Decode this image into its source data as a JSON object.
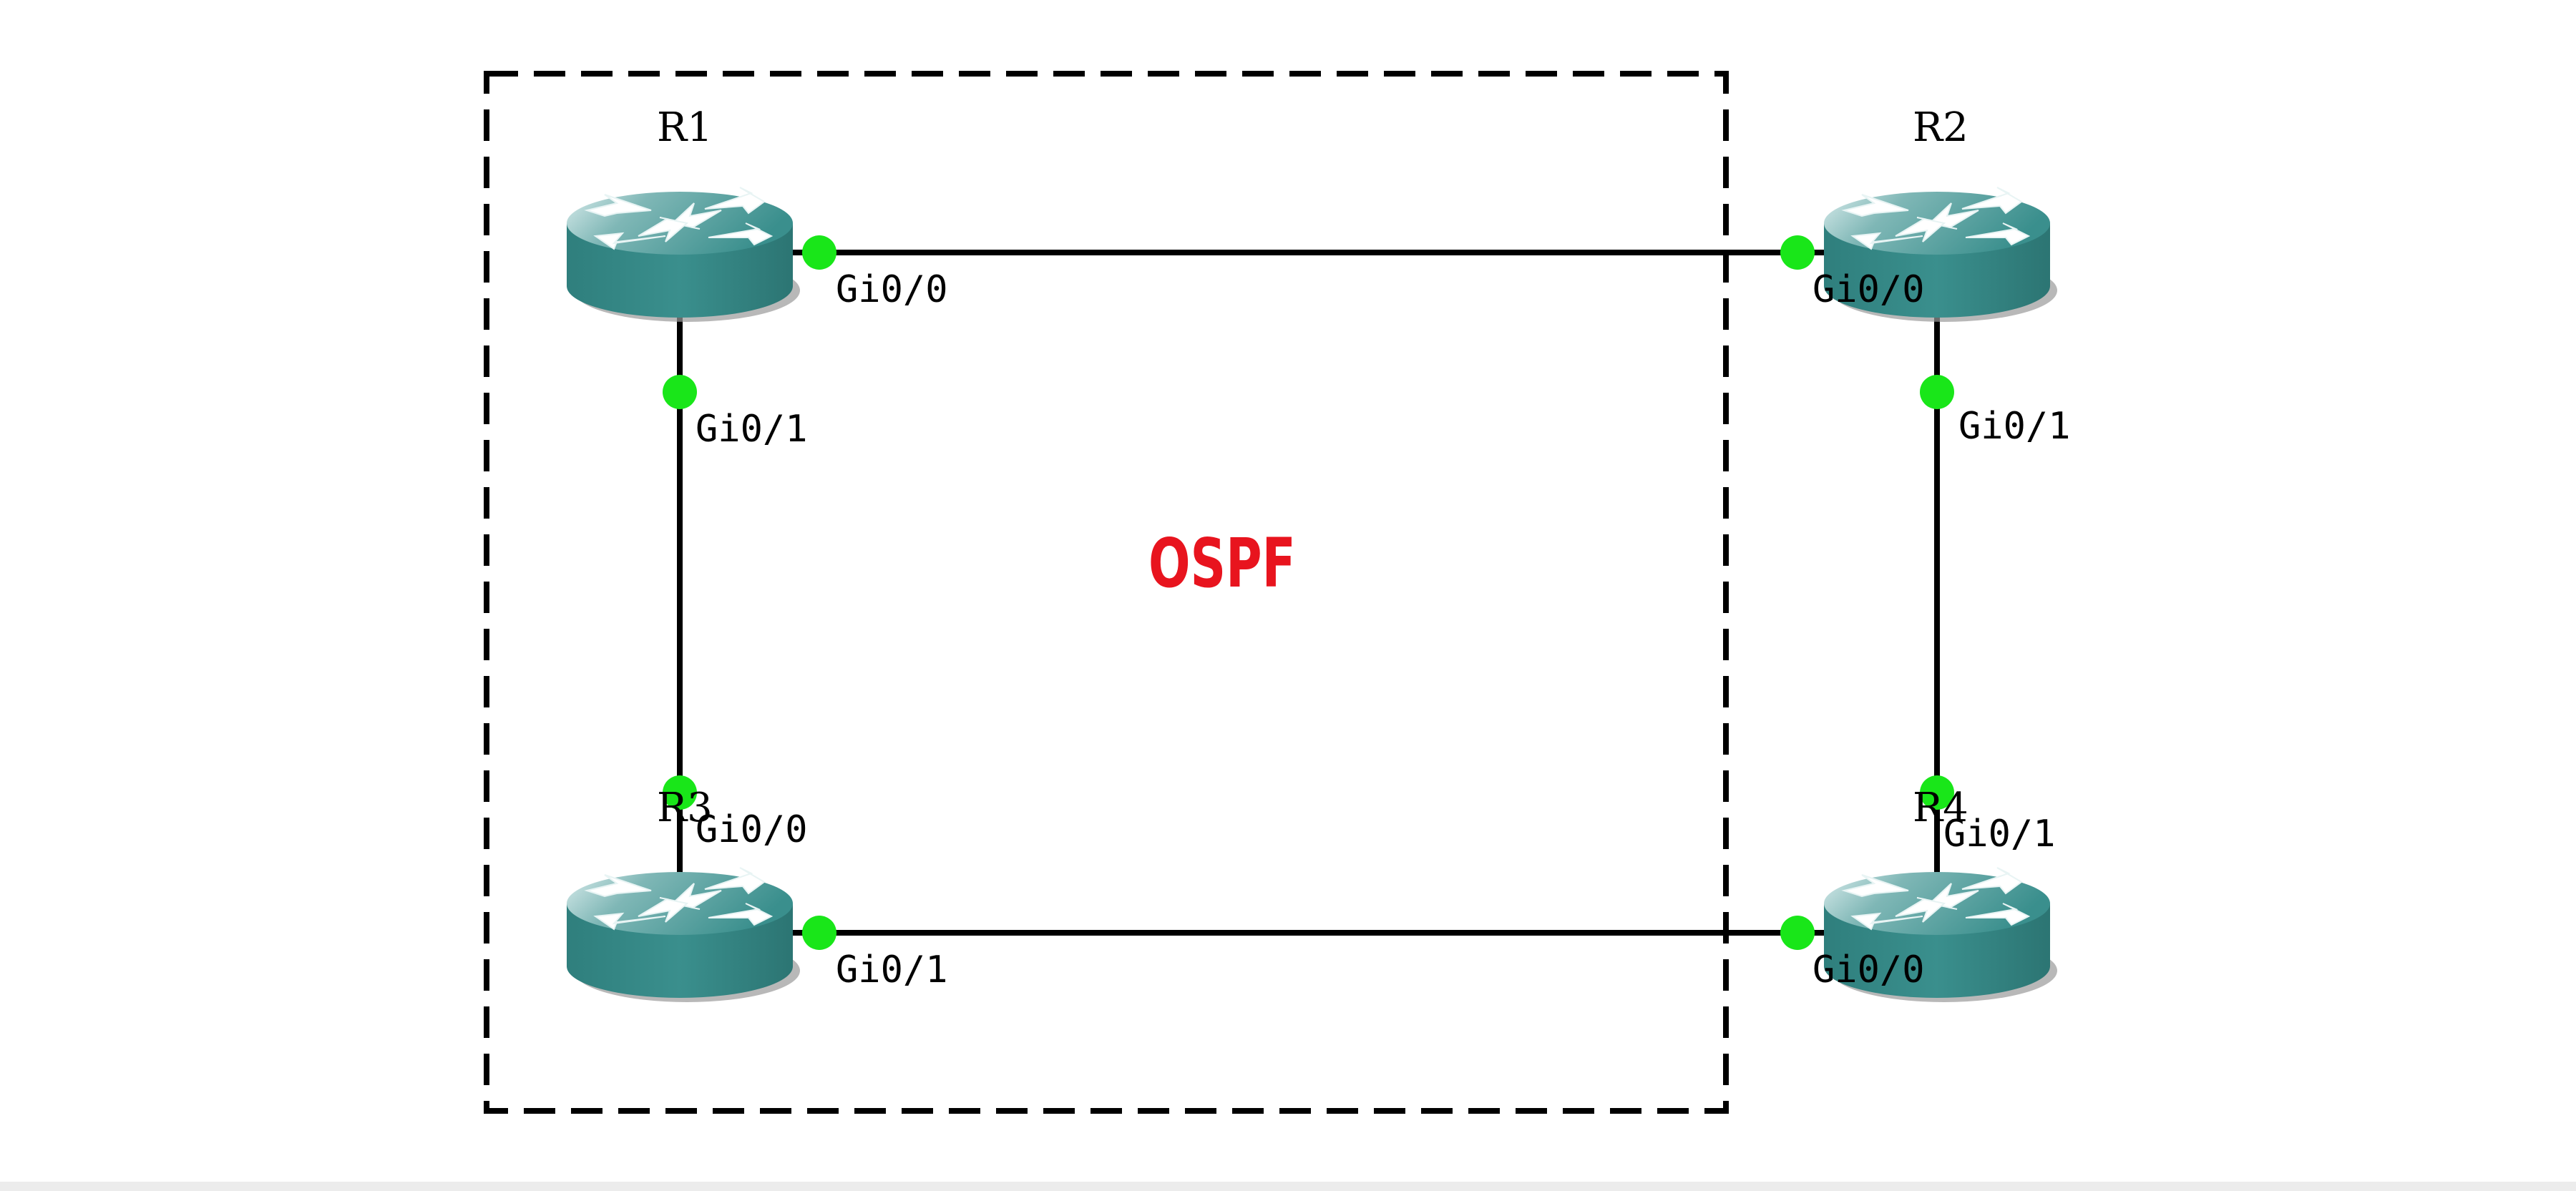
{
  "diagram": {
    "area_label": "OSPF",
    "area_label_color": "#e8141e",
    "link_color": "#000000",
    "port_dot_color": "#19e619",
    "router_body_color": "#3a8f8d",
    "routers": [
      {
        "id": "r1",
        "name": "R1"
      },
      {
        "id": "r2",
        "name": "R2"
      },
      {
        "id": "r3",
        "name": "R3"
      },
      {
        "id": "r4",
        "name": "R4"
      }
    ],
    "links": [
      {
        "id": "r1-r2",
        "a": "R1",
        "a_port": "Gi0/0",
        "b": "R2",
        "b_port": "Gi0/0"
      },
      {
        "id": "r1-r3",
        "a": "R1",
        "a_port": "Gi0/1",
        "b": "R3",
        "b_port": "Gi0/0"
      },
      {
        "id": "r2-r4",
        "a": "R2",
        "a_port": "Gi0/1",
        "b": "R4",
        "b_port": "Gi0/1"
      },
      {
        "id": "r3-r4",
        "a": "R3",
        "a_port": "Gi0/1",
        "b": "R4",
        "b_port": "Gi0/0"
      }
    ]
  }
}
